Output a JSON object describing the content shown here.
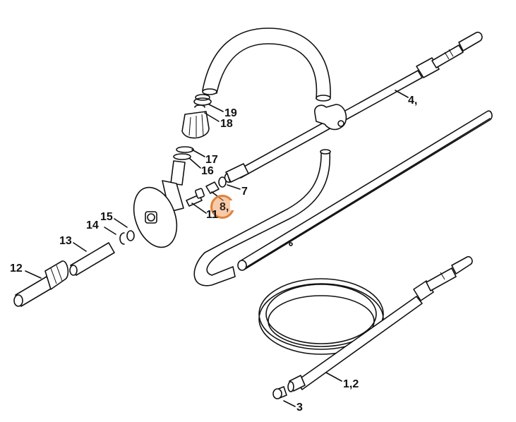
{
  "diagram": {
    "type": "exploded-parts-diagram",
    "subject": "Spray lance, hose and nozzle assembly",
    "highlight": {
      "label": "8",
      "color": "#e0823a",
      "fill": "#f0a064"
    },
    "callouts": [
      {
        "id": "c1-2",
        "label": "1,2",
        "part": "high-pressure hose"
      },
      {
        "id": "c3",
        "label": "3",
        "part": "cap"
      },
      {
        "id": "c4",
        "label": "4,",
        "part": "spray lance"
      },
      {
        "id": "c7",
        "label": "7",
        "part": "o-ring"
      },
      {
        "id": "c8",
        "label": "8,",
        "part": "nozzle insert"
      },
      {
        "id": "c11",
        "label": "11",
        "part": "screw"
      },
      {
        "id": "c12",
        "label": "12",
        "part": "nozzle head"
      },
      {
        "id": "c13",
        "label": "13",
        "part": "tube"
      },
      {
        "id": "c14",
        "label": "14",
        "part": "retaining ring"
      },
      {
        "id": "c15",
        "label": "15",
        "part": "o-ring"
      },
      {
        "id": "c16",
        "label": "16",
        "part": "o-ring"
      },
      {
        "id": "c17",
        "label": "17",
        "part": "o-ring"
      },
      {
        "id": "c18",
        "label": "18",
        "part": "knob"
      },
      {
        "id": "c19",
        "label": "19",
        "part": "hose clip"
      }
    ]
  }
}
